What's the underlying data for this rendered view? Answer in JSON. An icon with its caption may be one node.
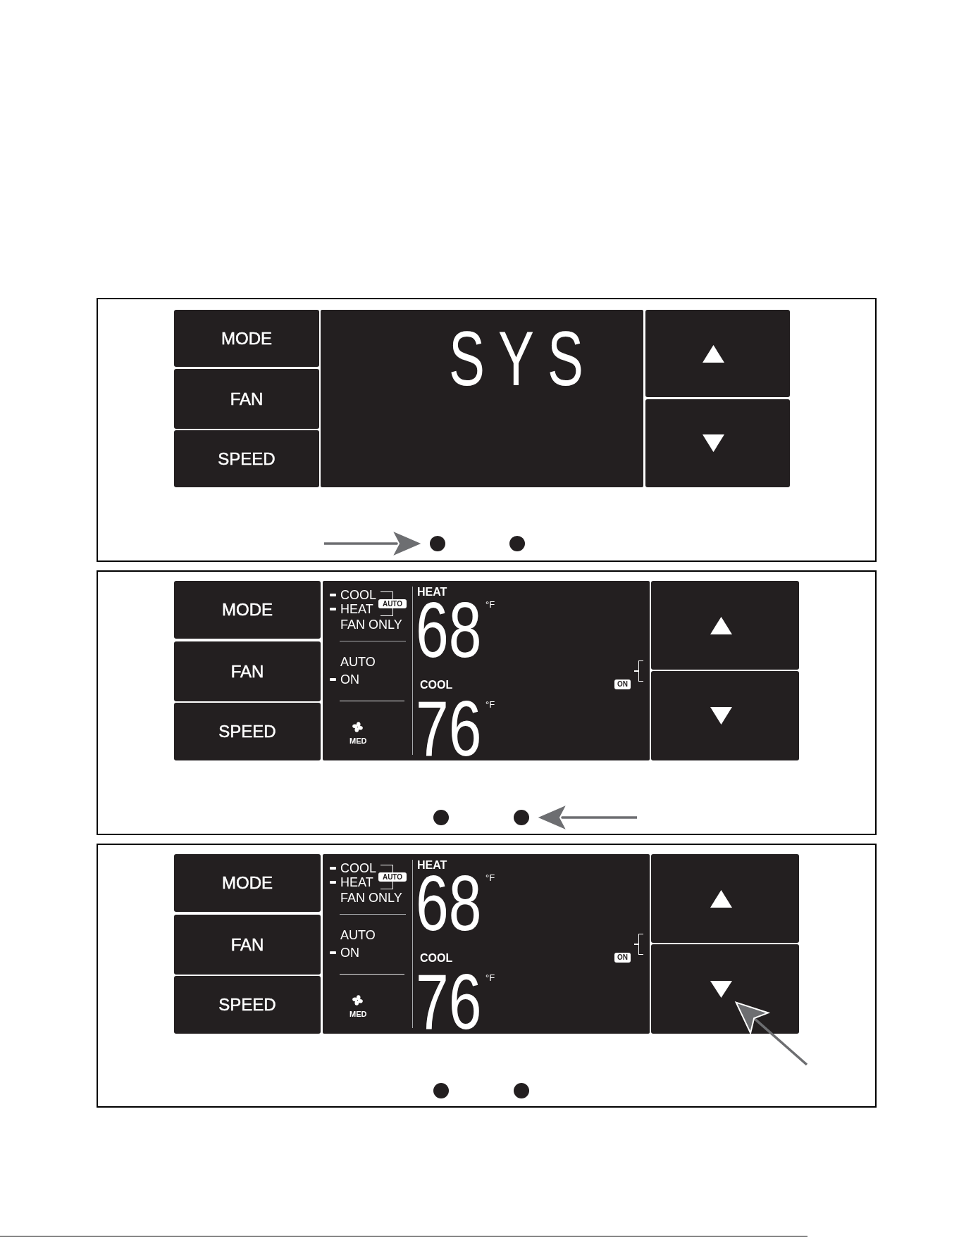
{
  "diagram": {
    "nodes": [
      {
        "text": [],
        "shape": "box"
      },
      {
        "text": [
          "MODE"
        ],
        "in": 0
      },
      {
        "text": [
          "FAN"
        ],
        "in": 0
      },
      {
        "text": [
          "SPEED"
        ],
        "in": 0
      },
      {
        "text": [
          "SYS"
        ],
        "in": 0
      },
      {
        "text": [],
        "shape": "box",
        "in": 0
      },
      {
        "text": [],
        "shape": "box",
        "in": 0
      },
      {
        "text": [],
        "shape": "circle",
        "in": 0
      },
      {
        "text": [],
        "shape": "circle",
        "in": 0
      },
      {
        "text": [],
        "shape": "box"
      },
      {
        "text": [
          "MODE"
        ],
        "in": 9
      },
      {
        "text": [
          "FAN"
        ],
        "in": 9
      },
      {
        "text": [
          "SPEED"
        ],
        "in": 9
      },
      {
        "text": [
          "COOL",
          "HEAT",
          "FAN ONLY",
          "AUTO",
          "ON",
          "MED",
          "HEAT",
          "68",
          "°F",
          "COOL",
          "76",
          "°F"
        ],
        "in": 9
      },
      {
        "text": [
          "AUTO"
        ],
        "in": 13
      },
      {
        "text": [
          "ON"
        ],
        "in": 13
      },
      {
        "text": [],
        "shape": "box",
        "in": 9
      },
      {
        "text": [],
        "shape": "box",
        "in": 9
      },
      {
        "text": [],
        "shape": "circle",
        "in": 9
      },
      {
        "text": [],
        "shape": "circle",
        "in": 9
      },
      {
        "text": [],
        "shape": "box"
      },
      {
        "text": [
          "MODE"
        ],
        "in": 20
      },
      {
        "text": [
          "FAN"
        ],
        "in": 20
      },
      {
        "text": [
          "SPEED"
        ],
        "in": 20
      },
      {
        "text": [
          "COOL",
          "HEAT",
          "FAN ONLY",
          "AUTO",
          "ON",
          "MED",
          "HEAT",
          "68",
          "°F",
          "COOL",
          "76",
          "°F"
        ],
        "in": 20
      },
      {
        "text": [
          "AUTO"
        ],
        "in": 24
      },
      {
        "text": [
          "ON"
        ],
        "in": 24
      },
      {
        "text": [],
        "shape": "box",
        "in": 20
      },
      {
        "text": [],
        "shape": "box",
        "in": 20
      },
      {
        "text": [],
        "shape": "triangle",
        "in": 28
      },
      {
        "text": [],
        "shape": "circle",
        "in": 20
      },
      {
        "text": [],
        "shape": "circle",
        "in": 20
      }
    ],
    "edges": [
      {
        "from": null,
        "to": 7,
        "arrow": "to"
      },
      {
        "from": null,
        "to": 19,
        "arrow": "to"
      },
      {
        "from": null,
        "to": 29,
        "arrow": "to"
      }
    ]
  }
}
